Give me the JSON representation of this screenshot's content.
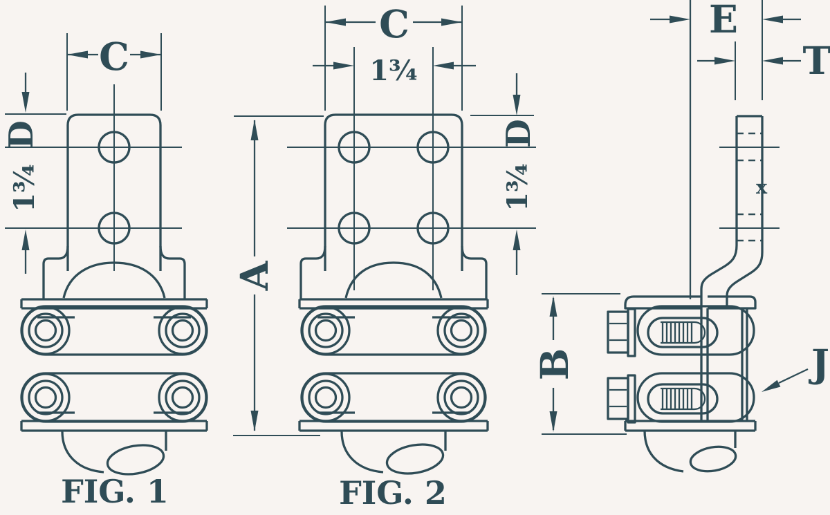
{
  "figure_1": {
    "caption": "FIG. 1",
    "dim_pad_width": "C",
    "dim_top_to_hole": "D",
    "dim_hole_spacing": "1¾"
  },
  "figure_2": {
    "caption": "FIG. 2",
    "dim_pad_width": "C",
    "dim_hole_spacing_horizontal": "1¾",
    "dim_overall_height": "A",
    "dim_top_to_hole": "D",
    "dim_hole_spacing_vertical": "1¾"
  },
  "side_view": {
    "dim_pad_offset": "E",
    "dim_pad_thickness": "T",
    "dim_clamp_height": "B",
    "callout_clamp_body": "J",
    "surface_mark": "x"
  },
  "colors": {
    "ink": "#2f4c56",
    "paper": "#f8f4f1"
  }
}
